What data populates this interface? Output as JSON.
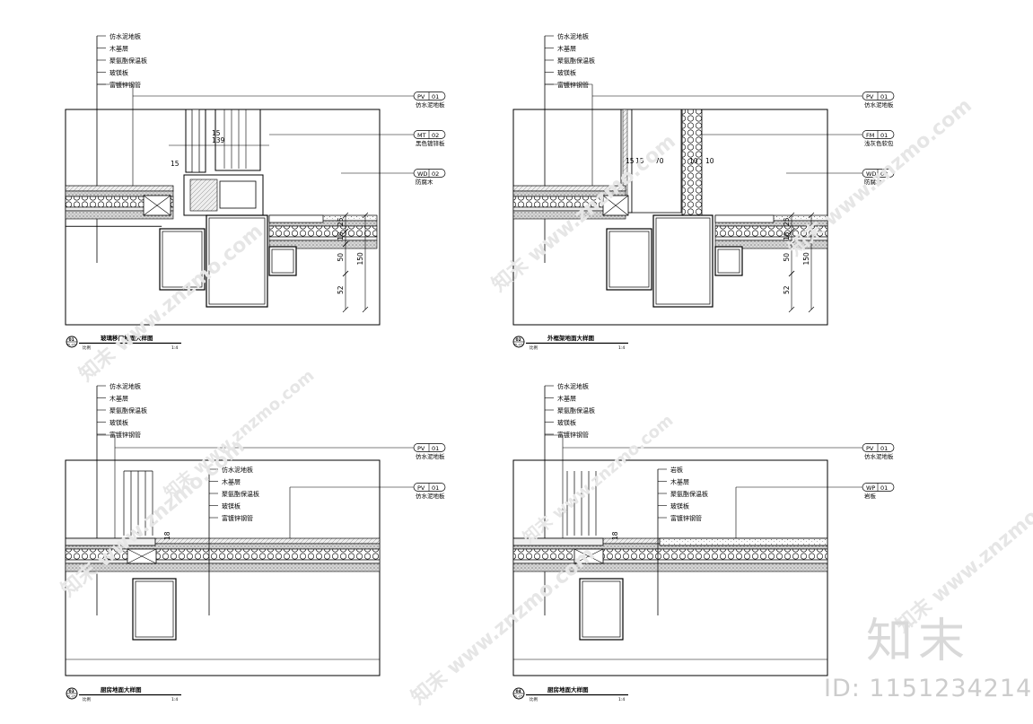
{
  "watermark": {
    "url": "www.znzmo.com",
    "logo": "知末",
    "brand": "知末",
    "id_text": "ID: 1151234214"
  },
  "panels": [
    {
      "id": "p1",
      "layers": [
        "仿水泥地板",
        "木基层",
        "聚氨酯保温板",
        "玻镁板",
        "富镀锌钢管"
      ],
      "tags": [
        {
          "code": "PV",
          "num": "01",
          "name": "仿水泥地板"
        },
        {
          "code": "MT",
          "num": "02",
          "name": "黑色镀锌板"
        },
        {
          "code": "WD",
          "num": "02",
          "name": "防腐木"
        }
      ],
      "dims": [
        "15",
        "139",
        "15",
        "18",
        "25",
        "50",
        "150",
        "52",
        "18"
      ],
      "title_num": "01",
      "title_sub": "PL-05",
      "title": "玻璃移门地面大样图",
      "scale_label": "比例",
      "scale": "1:4"
    },
    {
      "id": "p2",
      "layers": [
        "仿水泥地板",
        "木基层",
        "聚氨酯保温板",
        "玻镁板",
        "富镀锌钢管"
      ],
      "tags": [
        {
          "code": "PV",
          "num": "01",
          "name": "仿水泥地板"
        },
        {
          "code": "FM",
          "num": "01",
          "name": "浅灰色软包"
        },
        {
          "code": "WD",
          "num": "02",
          "name": "防腐木"
        }
      ],
      "dims": [
        "15",
        "15",
        "70",
        "10",
        "10",
        "18",
        "25",
        "50",
        "150",
        "52"
      ],
      "title_num": "02",
      "title_sub": "PL-05",
      "title": "外框架地面大样图",
      "scale_label": "比例",
      "scale": "1:4"
    },
    {
      "id": "p3",
      "layers": [
        "仿水泥地板",
        "木基层",
        "聚氨酯保温板",
        "玻镁板",
        "富镀锌钢管"
      ],
      "layers2": [
        "仿水泥地板",
        "木基层",
        "聚氨酯保温板",
        "玻镁板",
        "富镀锌钢管"
      ],
      "tags": [
        {
          "code": "PV",
          "num": "01",
          "name": "仿水泥地板"
        },
        {
          "code": "PV",
          "num": "01",
          "name": "仿水泥地板"
        }
      ],
      "dims": [
        "18"
      ],
      "title_num": "03",
      "title_sub": "PL-05",
      "title": "厨房地面大样图",
      "scale_label": "比例",
      "scale": "1:4"
    },
    {
      "id": "p4",
      "layers": [
        "仿水泥地板",
        "木基层",
        "聚氨酯保温板",
        "玻镁板",
        "富镀锌钢管"
      ],
      "layers2": [
        "岩板",
        "木基层",
        "聚氨酯保温板",
        "玻镁板",
        "富镀锌钢管"
      ],
      "tags": [
        {
          "code": "PV",
          "num": "01",
          "name": "仿水泥地板"
        },
        {
          "code": "WP",
          "num": "01",
          "name": "岩板"
        }
      ],
      "dims": [
        "18"
      ],
      "title_num": "04",
      "title_sub": "PL-05",
      "title": "厨房地面大样图",
      "scale_label": "比例",
      "scale": "1:4"
    }
  ]
}
